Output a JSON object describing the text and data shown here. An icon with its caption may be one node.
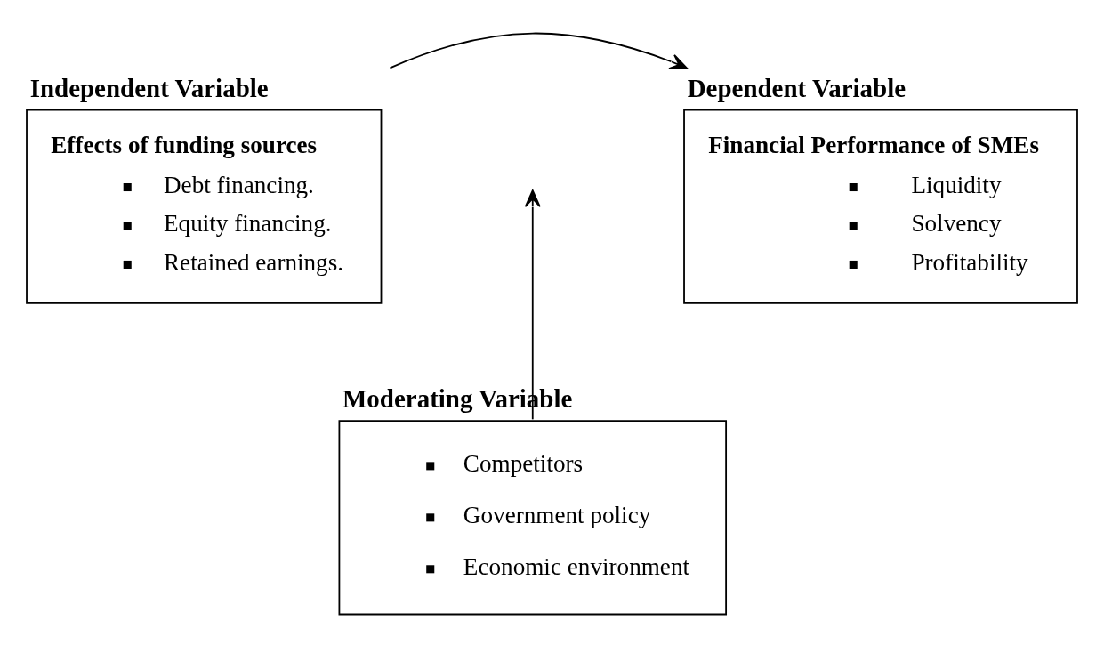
{
  "diagram": {
    "nodes": [
      {
        "text": [
          "Independent Variable",
          "Effects of funding sources",
          "Debt financing.",
          "Equity financing.",
          "Retained earnings."
        ]
      },
      {
        "text": [
          "Dependent Variable",
          "Financial Performance of SMEs",
          "Liquidity",
          "Solvency",
          "Profitability"
        ]
      },
      {
        "text": [
          "Moderating Variable",
          "Competitors",
          "Government policy",
          "Economic environment"
        ]
      }
    ],
    "edges": [
      {
        "from": 0,
        "to": 1,
        "arrow": "to"
      },
      {
        "from": 2,
        "to": null,
        "arrow": "to"
      }
    ]
  }
}
